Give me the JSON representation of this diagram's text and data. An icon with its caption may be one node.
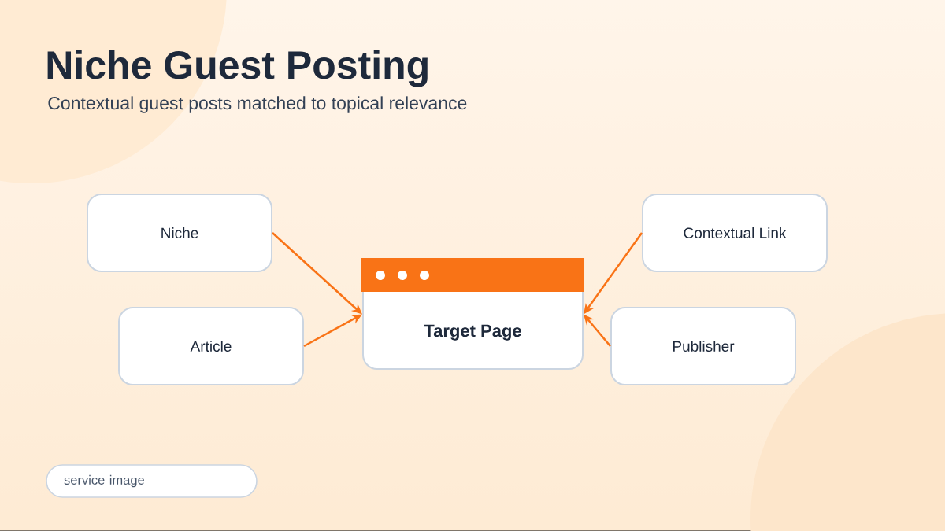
{
  "diagram": {
    "title": "Niche Guest Posting",
    "nodes": [
      {
        "text": [
          "Niche"
        ]
      },
      {
        "text": [
          "Article"
        ]
      },
      {
        "text": [
          "Target Page"
        ]
      },
      {
        "text": [
          "Contextual Link"
        ]
      },
      {
        "text": [
          "Publisher"
        ]
      },
      {
        "text": [
          "service image"
        ]
      }
    ],
    "edges": [
      {
        "from": 0,
        "to": 2,
        "arrow": "to"
      },
      {
        "from": 1,
        "to": 2,
        "arrow": "to"
      },
      {
        "from": 3,
        "to": 2,
        "arrow": "to"
      },
      {
        "from": 4,
        "to": 2,
        "arrow": "to"
      }
    ],
    "labels": [
      "Contextual guest posts matched to topical relevance"
    ]
  }
}
